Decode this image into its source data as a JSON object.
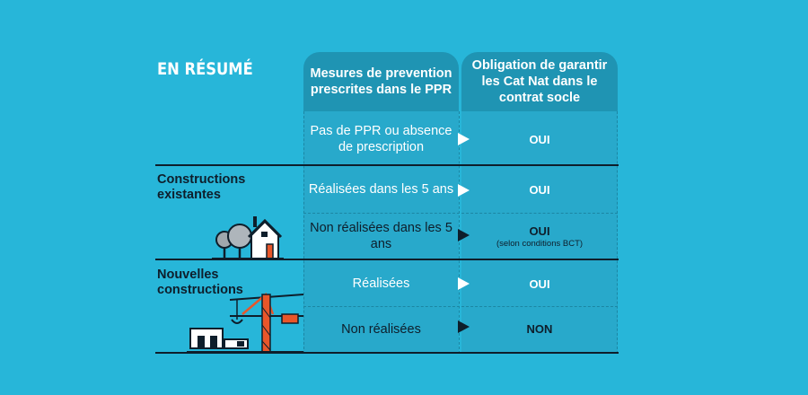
{
  "title": "EN RÉSUMÉ",
  "headers": {
    "measures": "Mesures de prevention prescrites dans le PPR",
    "obligation": "Obligation de garantir les Cat Nat dans le contrat socle"
  },
  "groups": {
    "existing": "Constructions existantes",
    "new": "Nouvelles constructions"
  },
  "rows": [
    {
      "measure": "Pas de PPR ou absence de prescription",
      "answer": "OUI",
      "note": ""
    },
    {
      "measure": "Réalisées dans les 5 ans",
      "answer": "OUI",
      "note": ""
    },
    {
      "measure": "Non réalisées dans les 5 ans",
      "answer": "OUI",
      "note": "(selon conditions BCT)"
    },
    {
      "measure": "Réalisées",
      "answer": "OUI",
      "note": ""
    },
    {
      "measure": "Non réalisées",
      "answer": "NON",
      "note": ""
    }
  ],
  "colors": {
    "background": "#27b6d9",
    "header": "#1f94b3",
    "dark": "#0e1e2b",
    "accent": "#e8562a"
  },
  "icons": [
    "trees-icon",
    "house-icon",
    "crane-icon",
    "building-site-icon"
  ]
}
